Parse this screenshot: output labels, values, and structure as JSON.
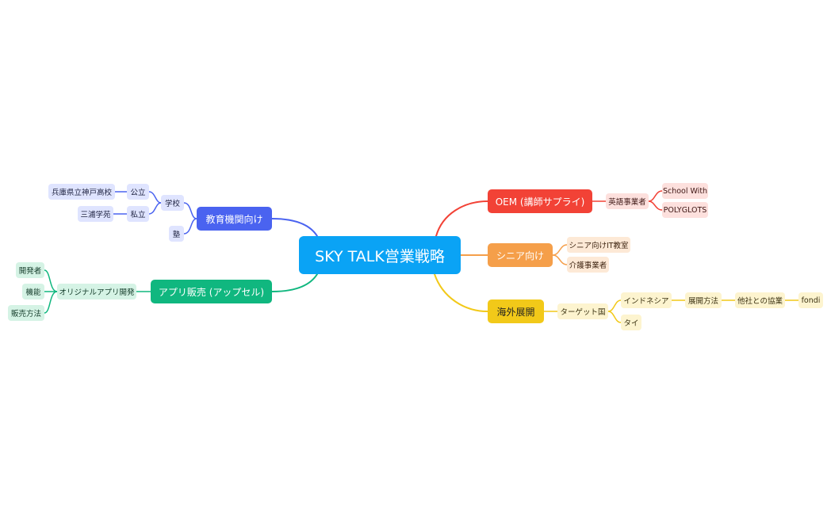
{
  "root": "SKY TALK営業戦略",
  "branches": {
    "education": {
      "label": "教育機関向け",
      "color": "#4a63f0",
      "school": "学校",
      "public": "公立",
      "hyogo": "兵庫県立神戸高校",
      "private": "私立",
      "miura": "三浦学苑",
      "juku": "塾"
    },
    "app": {
      "label": "アプリ販売 (アップセル)",
      "color": "#10b77f",
      "original": "オリジナルアプリ開発",
      "developer": "開発者",
      "feature": "機能",
      "sales": "販売方法"
    },
    "oem": {
      "label": "OEM (講師サプライ)",
      "color": "#f24236",
      "english": "英語事業者",
      "schoolwith": "School With",
      "polyglots": "POLYGLOTS"
    },
    "senior": {
      "label": "シニア向け",
      "color": "#f59f4a",
      "it": "シニア向けIT教室",
      "care": "介護事業者"
    },
    "overseas": {
      "label": "海外展開",
      "color": "#f2c919",
      "target": "ターゲット国",
      "indonesia": "インドネシア",
      "method": "展開方法",
      "collab": "他社との協業",
      "fondi": "fondi",
      "thai": "タイ"
    }
  }
}
